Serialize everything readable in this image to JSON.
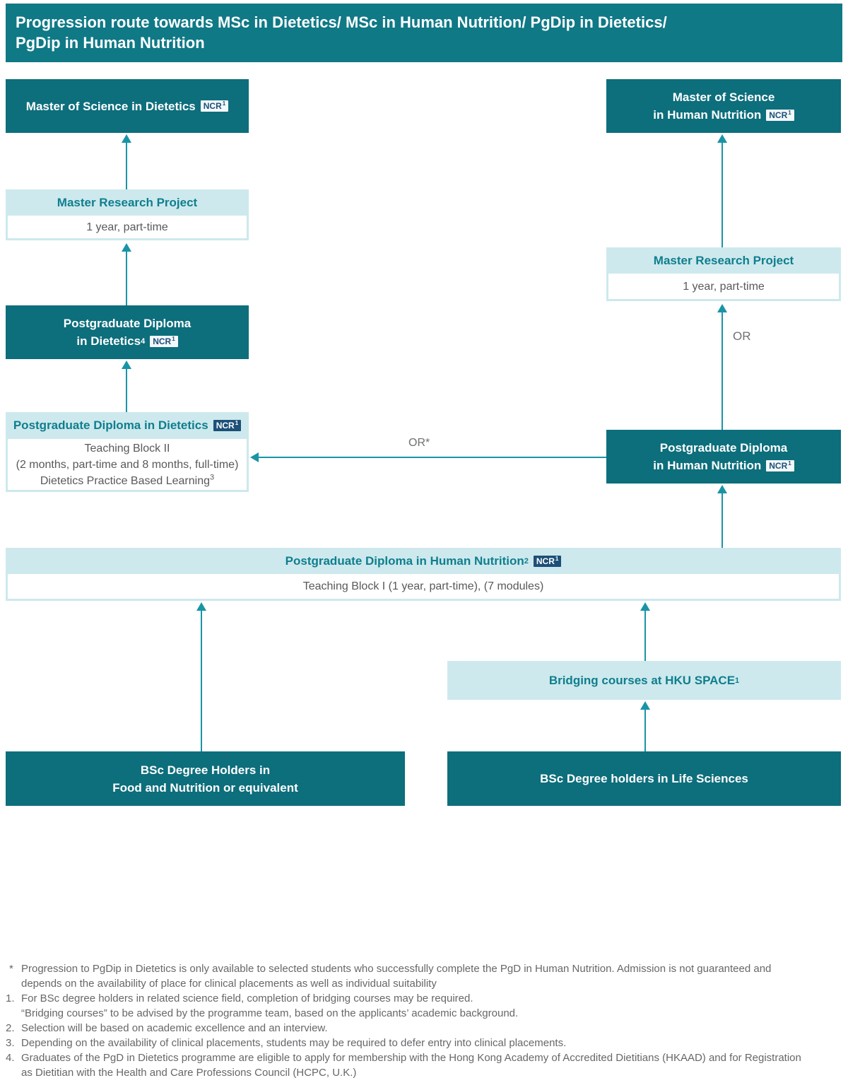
{
  "page": {
    "title_line1": "Progression route towards MSc in Dietetics/ MSc in Human Nutrition/ PgDip in Dietetics/",
    "title_line2": "PgDip in Human Nutrition"
  },
  "colors": {
    "title_bar_teal": "#0f7986",
    "dark_box_teal": "#0d6e7c",
    "light_box_teal": "#cde9ed",
    "arrow_teal": "#1994a7",
    "heading_teal": "#0f7e8e",
    "badge_navy": "#1d5078",
    "body_gray": "#58595b",
    "footnote_gray": "#66676a"
  },
  "badge": {
    "text": "NCR",
    "sup": "1"
  },
  "boxes": {
    "msc_dietetics": {
      "line1": "Master of Science in Dietetics"
    },
    "msc_human_nutrition": {
      "line1": "Master of Science",
      "line2": "in Human Nutrition"
    },
    "master_research_left": {
      "title": "Master Research Project",
      "duration": "1 year, part-time"
    },
    "master_research_right": {
      "title": "Master Research Project",
      "duration": "1 year, part-time"
    },
    "pgd_dietetics_upper": {
      "line1": "Postgraduate Diploma",
      "line2": "in Dietetics",
      "line2_sup": "4"
    },
    "pgd_dietetics_lower": {
      "title": "Postgraduate Diploma in Dietetics",
      "detail_line1": "Teaching Block II",
      "detail_line2": "(2 months, part-time and 8 months, full-time)",
      "detail_line3": "Dietetics Practice Based Learning",
      "detail_line3_sup": "3"
    },
    "pgd_human_nutrition": {
      "line1": "Postgraduate Diploma",
      "line2": "in Human Nutrition"
    },
    "pgd_human_nutrition_wide": {
      "title": "Postgraduate Diploma in Human Nutrition",
      "title_sup": "2",
      "detail": "Teaching Block I (1 year, part-time), (7 modules)"
    },
    "bridging": {
      "title": "Bridging courses at HKU SPACE",
      "title_sup": "1"
    },
    "bsc_food": {
      "line1": "BSc Degree Holders in",
      "line2": "Food and Nutrition or equivalent"
    },
    "bsc_life": {
      "line1": "BSc Degree holders in Life Sciences"
    }
  },
  "connectors": {
    "or_vertical": "OR",
    "or_horizontal": "OR*"
  },
  "footnotes": [
    {
      "marker": "*",
      "lines": [
        "Progression to PgDip in Dietetics is only available to selected students who successfully complete the PgD in Human Nutrition. Admission is not guaranteed and",
        "depends on the availability of place for clinical placements as well as individual suitability"
      ]
    },
    {
      "marker": "1.",
      "lines": [
        "For BSc degree holders in related science field, completion of bridging courses may be required.",
        "“Bridging courses” to be advised by the programme team, based on the applicants’ academic background."
      ]
    },
    {
      "marker": "2.",
      "lines": [
        "Selection will be based on academic excellence and an interview."
      ]
    },
    {
      "marker": "3.",
      "lines": [
        "Depending on the availability of clinical placements, students may be required to defer entry into clinical placements."
      ]
    },
    {
      "marker": "4.",
      "lines": [
        "Graduates of the PgD in Dietetics programme are eligible to apply for membership with the Hong Kong Academy of Accredited Dietitians (HKAAD) and for Registration",
        "as Dietitian with the Health and Care Professions Council (HCPC, U.K.)"
      ]
    }
  ]
}
